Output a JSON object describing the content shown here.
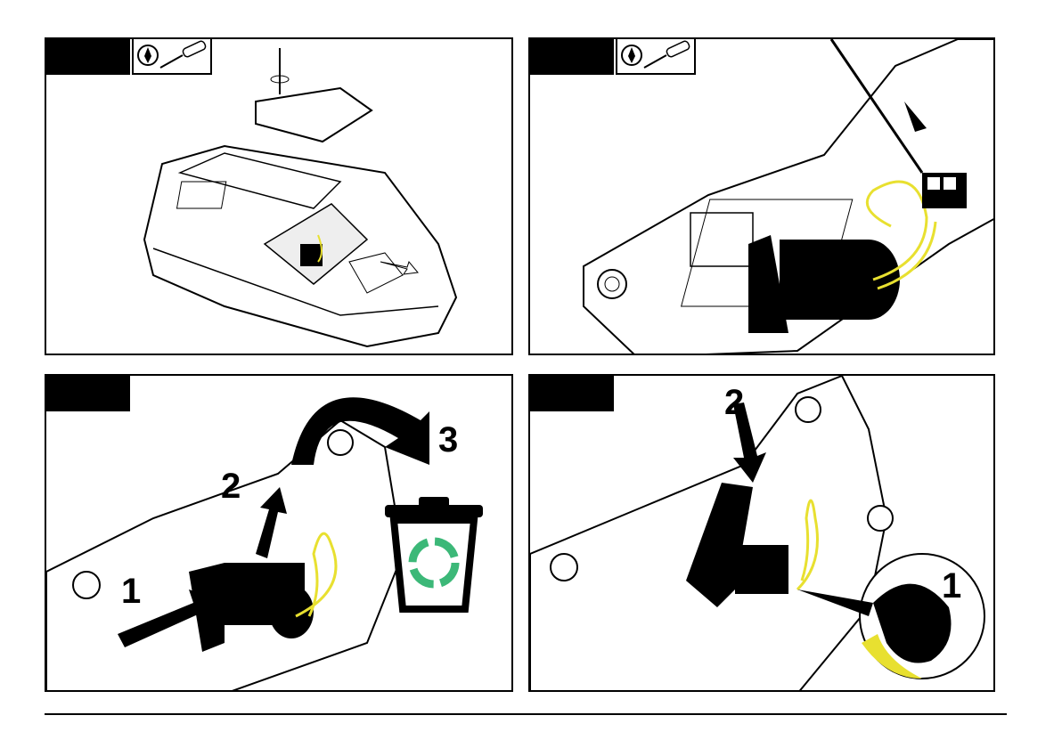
{
  "panels": [
    {
      "step_label": "",
      "tool": "screwdriver-icon"
    },
    {
      "step_label": "",
      "tool": "screwdriver-icon"
    },
    {
      "step_label": "",
      "callouts": [
        "1",
        "2",
        "3"
      ]
    },
    {
      "step_label": "",
      "callouts": [
        "2",
        "1"
      ]
    }
  ],
  "colors": {
    "wire": "#e8e030",
    "recycle": "#3cb878",
    "ink": "#000000"
  }
}
